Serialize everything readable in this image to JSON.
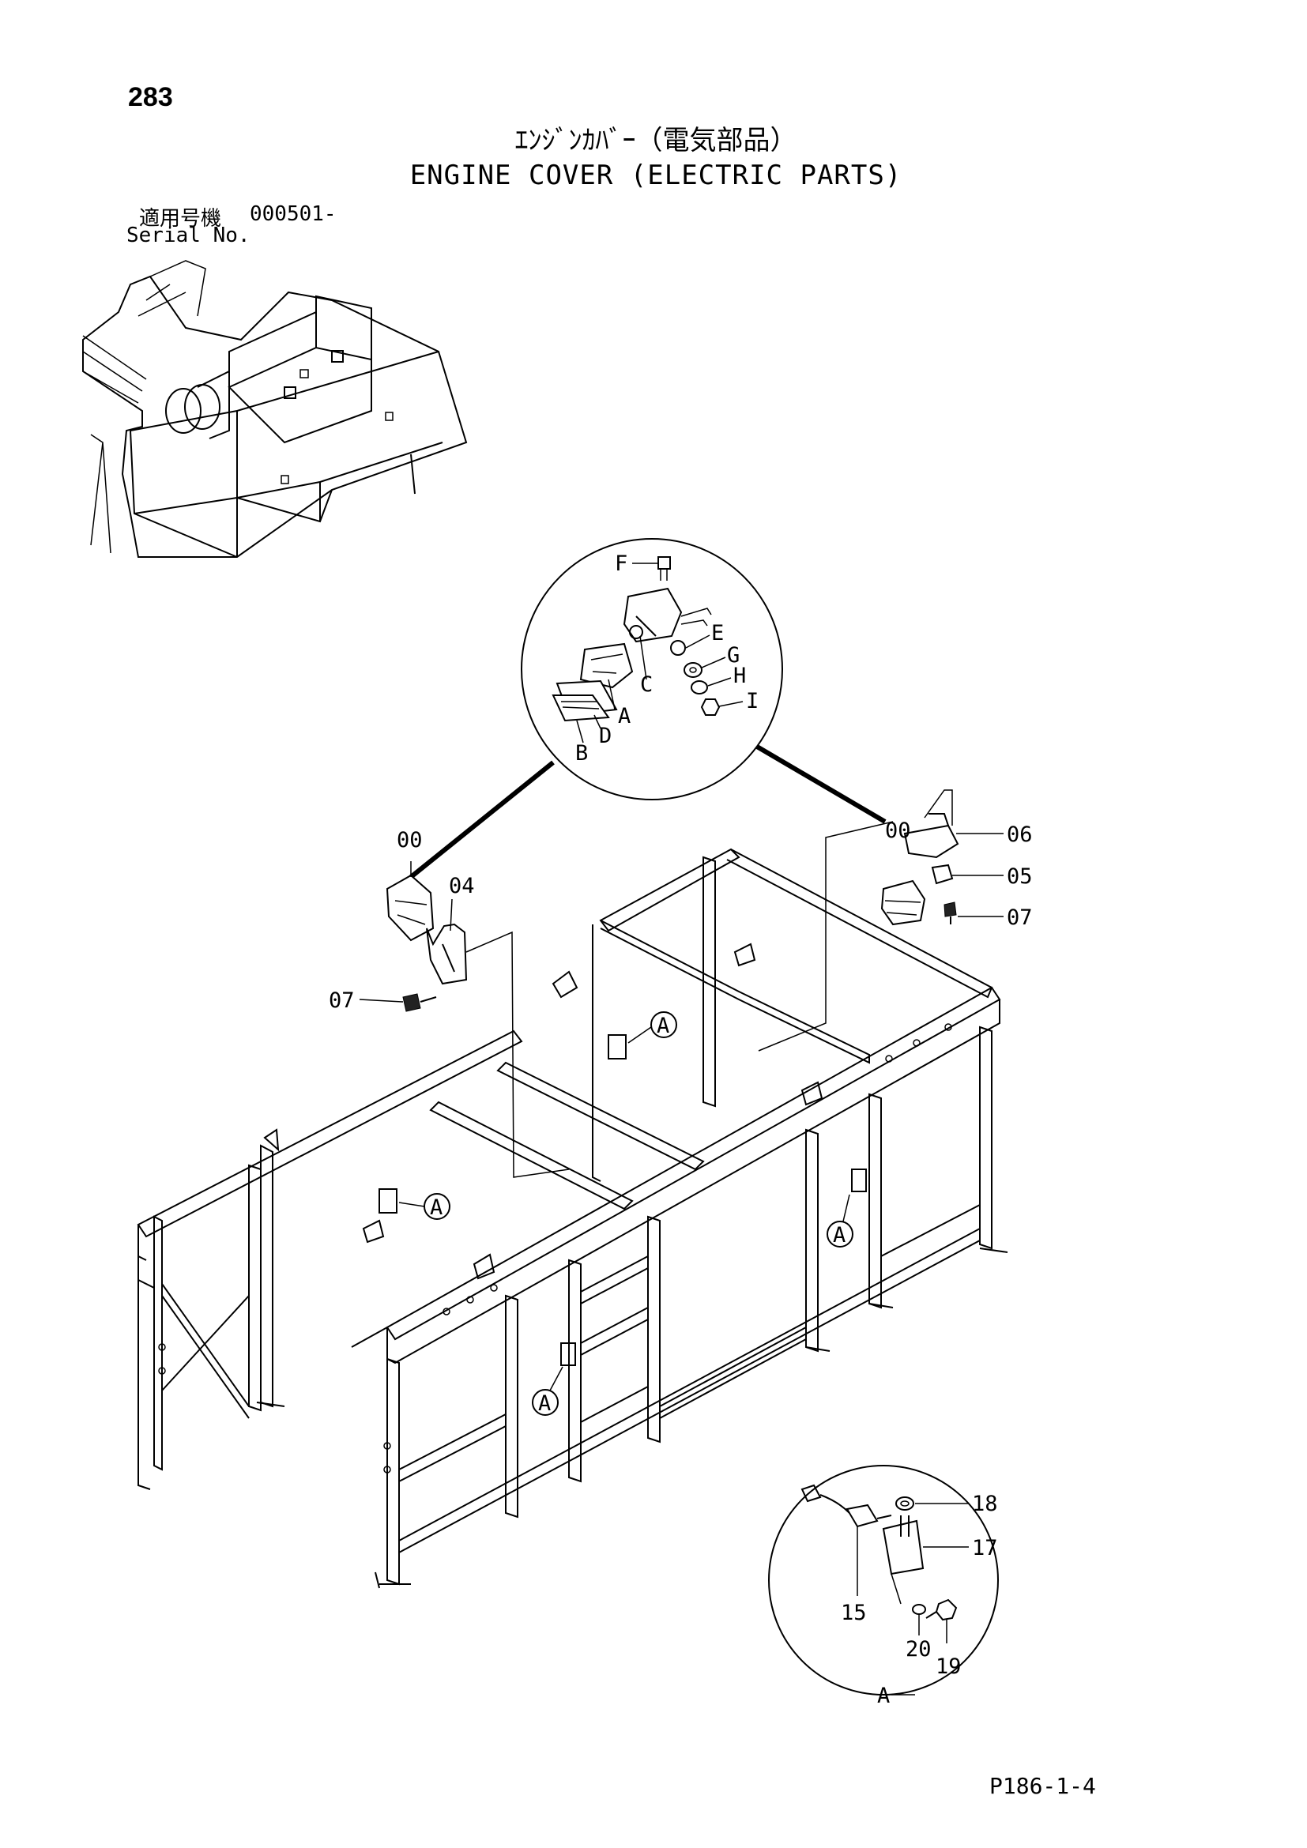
{
  "page": {
    "number": "283",
    "title_jp": "ｴﾝｼﾞﾝｶﾊﾞｰ（電気部品）",
    "title_en": "ENGINE COVER (ELECTRIC PARTS)",
    "serial_label_jp": "適用号機",
    "serial_value": "000501-",
    "serial_label_en": "Serial No.",
    "page_ref": "P186-1-4"
  },
  "callouts": {
    "detail_letters": {
      "F": "F",
      "E": "E",
      "G": "G",
      "C": "C",
      "H": "H",
      "A": "A",
      "I": "I",
      "D": "D",
      "B": "B"
    },
    "part_00_left": "00",
    "part_04": "04",
    "part_07_left": "07",
    "part_00_right": "00",
    "part_06": "06",
    "part_05": "05",
    "part_07_right": "07",
    "view_a_1": "A",
    "view_a_2": "A",
    "view_a_3": "A",
    "view_a_4": "A",
    "part_18": "18",
    "part_17": "17",
    "part_15": "15",
    "part_20": "20",
    "part_19": "19",
    "detail_a_label": "A"
  },
  "colors": {
    "line": "#000000",
    "background": "#ffffff"
  }
}
